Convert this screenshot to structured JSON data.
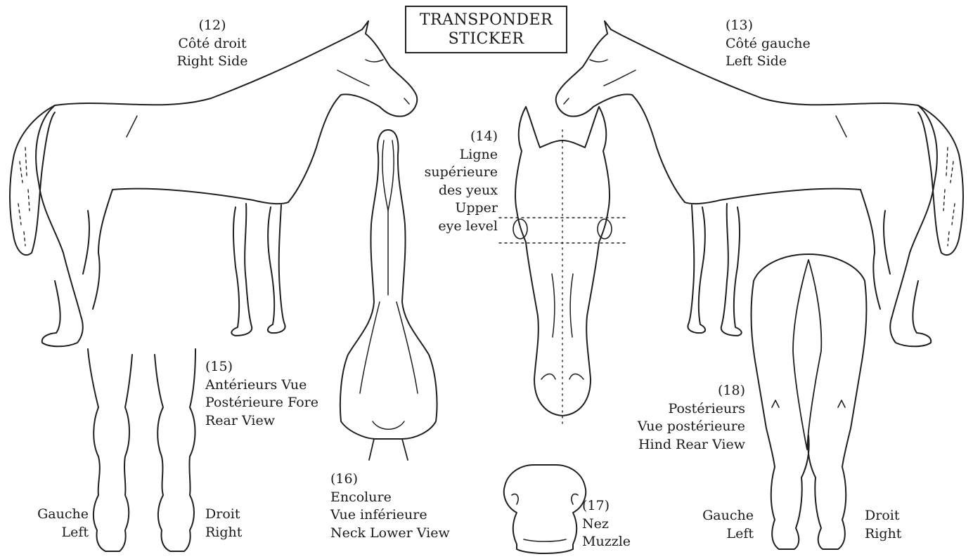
{
  "sticker": {
    "line1": "TRANSPONDER",
    "line2": "STICKER"
  },
  "views": [
    {
      "id": "12",
      "number": "(12)",
      "lines": [
        "Côté droit",
        "Right Side"
      ]
    },
    {
      "id": "13",
      "number": "(13)",
      "lines": [
        "Côté gauche",
        "Left Side"
      ]
    },
    {
      "id": "14",
      "number": "(14)",
      "lines": [
        "Ligne",
        "supérieure",
        "des yeux",
        "Upper",
        "eye level"
      ]
    },
    {
      "id": "15",
      "number": "(15)",
      "lines": [
        "Antérieurs Vue",
        "Postérieure Fore",
        "Rear View"
      ]
    },
    {
      "id": "16",
      "number": "(16)",
      "lines": [
        "Encolure",
        "Vue inférieure",
        "Neck Lower View"
      ]
    },
    {
      "id": "17",
      "number": "(17)",
      "lines": [
        "Nez",
        "Muzzle"
      ]
    },
    {
      "id": "18",
      "number": "(18)",
      "lines": [
        "Postérieurs",
        "Vue postérieure",
        "Hind Rear View"
      ]
    }
  ],
  "side_labels": {
    "fore_left": [
      "Gauche",
      "Left"
    ],
    "fore_right": [
      "Droit",
      "Right"
    ],
    "hind_left": [
      "Gauche",
      "Left"
    ],
    "hind_right": [
      "Droit",
      "Right"
    ]
  }
}
